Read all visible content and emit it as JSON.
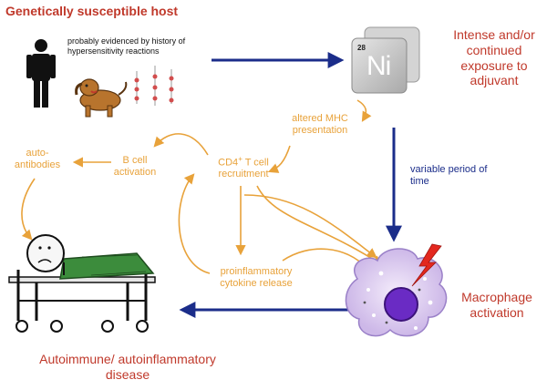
{
  "host": {
    "title": "Genetically susceptible host",
    "note": "probably evidenced by history of hypersensitivity reactions"
  },
  "adjuvant": {
    "title": "Intense and/or continued exposure to adjuvant",
    "element_number": "28",
    "element_symbol": "Ni"
  },
  "immune": {
    "mhc": "altered MHC presentation",
    "cd4_main": "CD4",
    "cd4_sup": "+",
    "cd4_rest": " T cell recruitment",
    "bcell": "B cell activation",
    "autoantibodies": "auto-antibodies",
    "cytokine": "proinflammatory cytokine release"
  },
  "time": {
    "label": "variable period of time"
  },
  "macrophage": {
    "title": "Macrophage activation"
  },
  "disease": {
    "title": "Autoimmune/ autoinflammatory disease"
  },
  "colors": {
    "title_red": "#c0392b",
    "pathway_orange": "#e8a23a",
    "flow_blue": "#1b2d8a",
    "macrophage_purple": "#6a2bc4"
  },
  "icons": [
    "person-icon",
    "dog-icon",
    "jewelry-icon",
    "nickel-element-icon",
    "patient-stretcher-icon",
    "macrophage-icon",
    "lightning-icon"
  ]
}
